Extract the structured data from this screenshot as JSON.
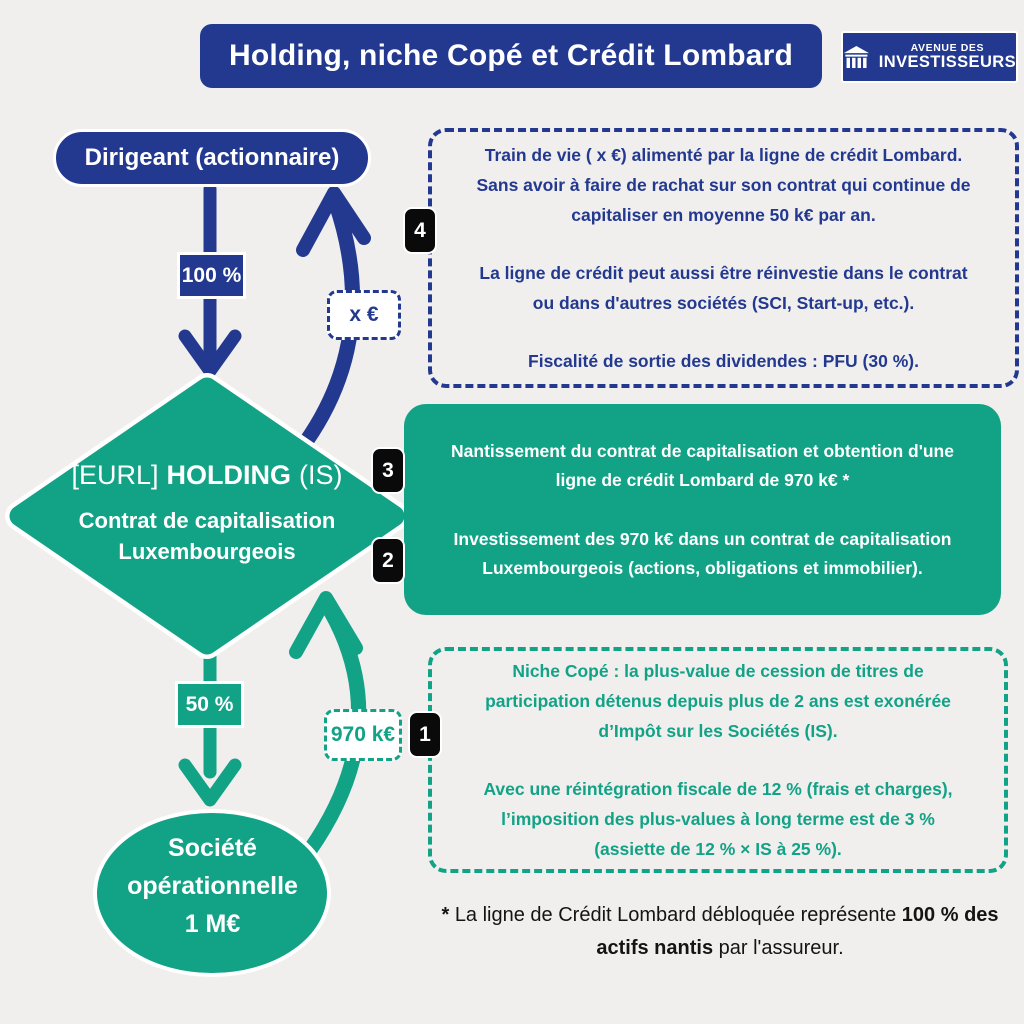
{
  "colors": {
    "blue": "#23398f",
    "teal": "#12a286",
    "badge_black": "#0a0a0a",
    "background": "#f0efee",
    "text_white": "#ffffff"
  },
  "header": {
    "title": "Holding, niche Copé et Crédit Lombard",
    "logo": {
      "line1": "AVENUE DES",
      "line2": "INVESTISSEURS",
      "icon": "bank-building-icon"
    }
  },
  "nodes": {
    "dirigeant": "Dirigeant (actionnaire)",
    "holding": {
      "prefix": "[EURL]",
      "name": "HOLDING",
      "suffix": "(IS)",
      "sub1": "Contrat de capitalisation",
      "sub2": "Luxembourgeois"
    },
    "societe": {
      "line1": "Société",
      "line2": "opérationnelle",
      "line3": "1 M€"
    }
  },
  "flow_labels": {
    "pct100": "100 %",
    "pct50": "50 %",
    "x_eur": "x €",
    "k970": "970 k€"
  },
  "badges": {
    "n1": "1",
    "n2": "2",
    "n3": "3",
    "n4": "4"
  },
  "boxes": {
    "blue_dashed": {
      "p1": [
        "Train de vie ( x €) alimenté par la ligne de crédit Lombard.",
        "Sans avoir à faire de rachat sur son contrat qui continue de",
        "capitaliser en moyenne 50 k€ par an."
      ],
      "p2": [
        "La ligne de crédit peut aussi être réinvestie dans le contrat",
        "ou dans d'autres sociétés (SCI, Start-up, etc.)."
      ],
      "p3": [
        "Fiscalité de sortie des dividendes : PFU (30 %)."
      ]
    },
    "teal_solid": {
      "p1": [
        "Nantissement du contrat de capitalisation et obtention d'une",
        "ligne de crédit Lombard de 970 k€ *"
      ],
      "p2": [
        "Investissement des 970 k€ dans un contrat de capitalisation",
        "Luxembourgeois (actions, obligations et immobilier)."
      ]
    },
    "teal_dashed": {
      "p1": [
        "Niche Copé : la plus-value de cession de titres de",
        "participation détenus depuis plus de 2 ans est exonérée",
        "d’Impôt sur les Sociétés (IS)."
      ],
      "p2": [
        "Avec une réintégration fiscale de 12 % (frais et charges),",
        "l’imposition des plus-values à long terme est de 3 %",
        "(assiette de 12 % × IS à 25 %)."
      ]
    }
  },
  "footnote": {
    "star": "* ",
    "text1": "La ligne de Crédit Lombard débloquée représente ",
    "bold1": "100 % des actifs nantis",
    "text2": " par l'assureur."
  }
}
